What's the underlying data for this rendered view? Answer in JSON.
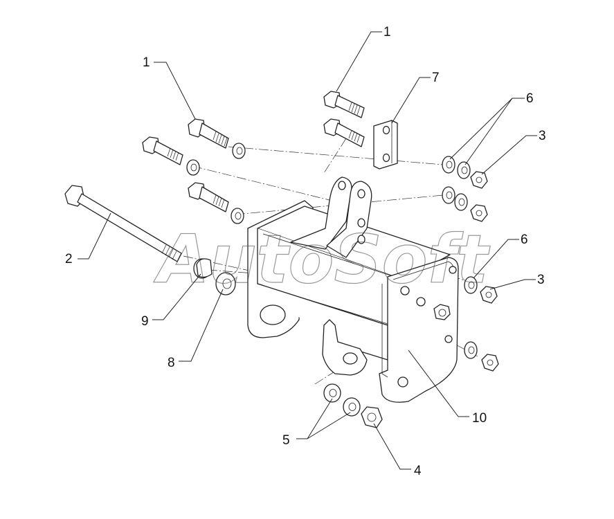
{
  "watermark": "AutoSoft",
  "callouts": {
    "c1a": "1",
    "c1b": "1",
    "c7": "7",
    "c6a": "6",
    "c3a": "3",
    "c2": "2",
    "c6b": "6",
    "c3b": "3",
    "c9": "9",
    "c8": "8",
    "c10": "10",
    "c5": "5",
    "c4": "4"
  }
}
